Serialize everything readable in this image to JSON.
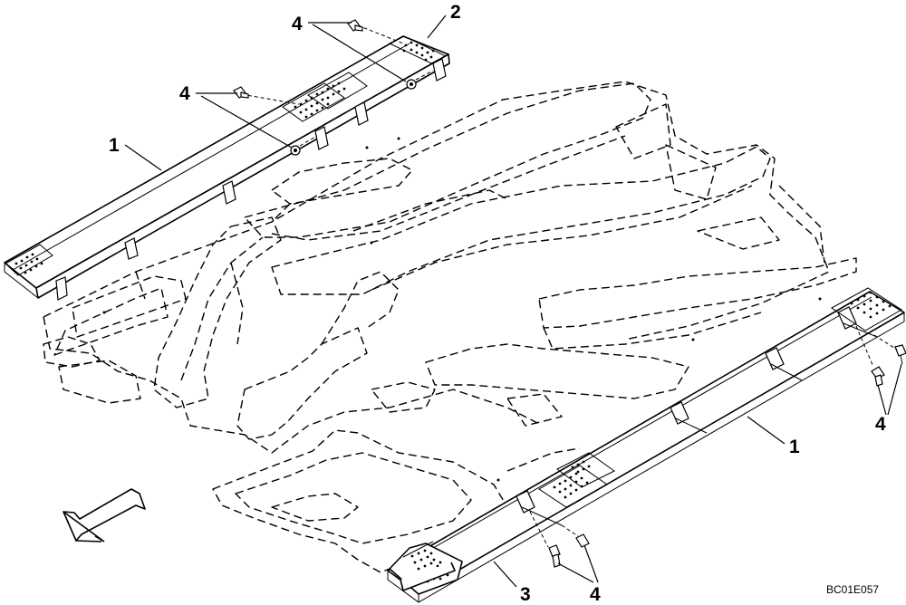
{
  "callouts": {
    "step_left": "1",
    "step_right": "1",
    "end_plate_left": "2",
    "end_plate_right": "3",
    "bolts_top_1": "4",
    "bolts_top_2": "4",
    "bolts_right": "4",
    "bolts_bottom": "4"
  },
  "reference_code": "BC01E057",
  "icons": {
    "front_arrow": "front-direction-arrow-icon"
  }
}
